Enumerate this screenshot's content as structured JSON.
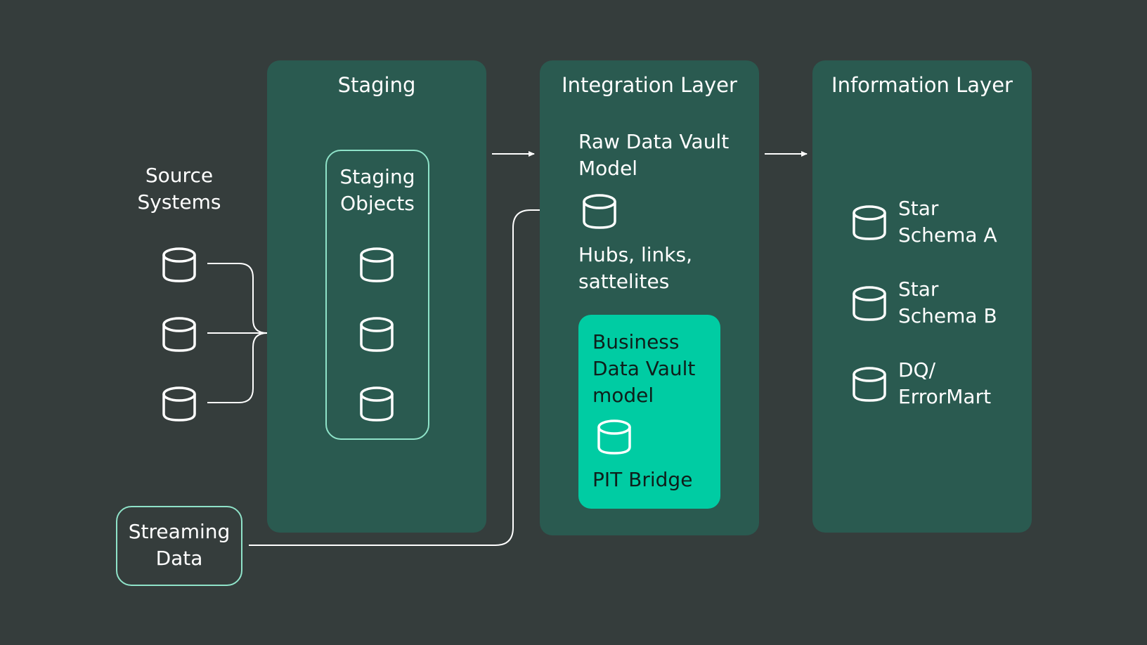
{
  "source": {
    "title": "Source Systems"
  },
  "streaming": {
    "label": "Streaming Data"
  },
  "staging": {
    "title": "Staging",
    "objects_label": "Staging Objects"
  },
  "integration": {
    "title": "Integration Layer",
    "raw_label": "Raw Data Vault Model",
    "hubs_label": "Hubs, links, sattelites",
    "business_label": "Business Data Vault model",
    "pit_label": "PIT Bridge"
  },
  "information": {
    "title": "Information Layer",
    "items": [
      {
        "label": "Star Schema A",
        "icon": "database-icon"
      },
      {
        "label": "Star Schema B",
        "icon": "database-icon"
      },
      {
        "label": "DQ/ ErrorMart",
        "icon": "database-icon"
      }
    ]
  },
  "colors": {
    "background": "#353d3c",
    "panel": "#2a5a50",
    "accent": "#00cca3",
    "outline": "#8fe3c9",
    "line": "#ffffff"
  }
}
